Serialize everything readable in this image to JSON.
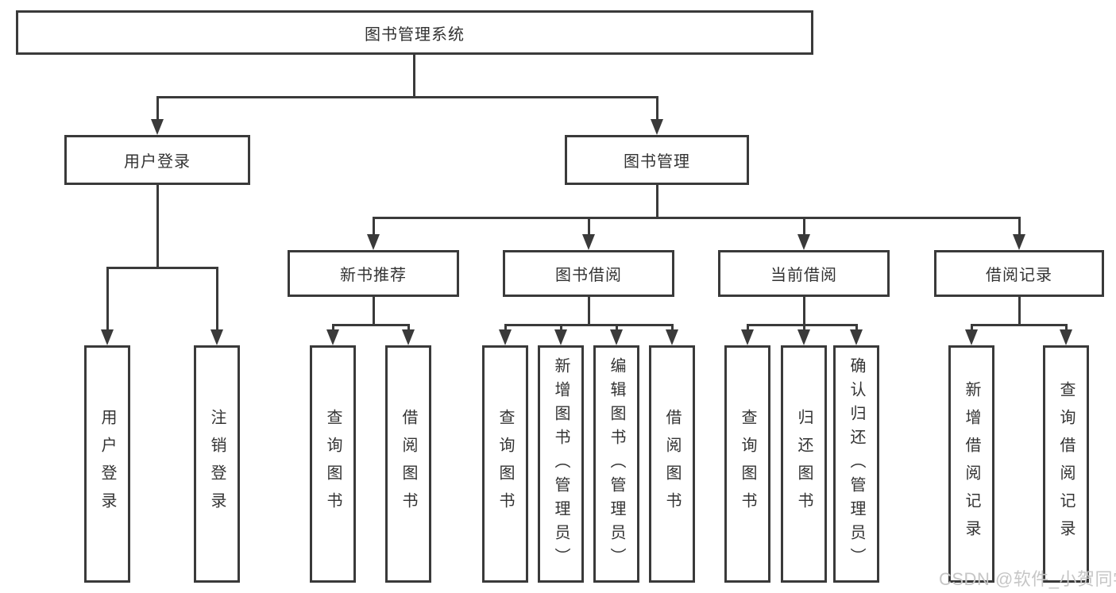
{
  "diagram": {
    "root": {
      "label": "图书管理系统"
    },
    "branches": [
      {
        "label": "用户登录",
        "children": [
          {
            "label": "用户登录"
          },
          {
            "label": "注销登录"
          }
        ]
      },
      {
        "label": "图书管理",
        "groups": [
          {
            "label": "新书推荐",
            "children": [
              {
                "label": "查询图书"
              },
              {
                "label": "借阅图书"
              }
            ]
          },
          {
            "label": "图书借阅",
            "children": [
              {
                "label": "查询图书"
              },
              {
                "label": "新增图书（管理员）"
              },
              {
                "label": "编辑图书（管理员）"
              },
              {
                "label": "借阅图书"
              }
            ]
          },
          {
            "label": "当前借阅",
            "children": [
              {
                "label": "查询图书"
              },
              {
                "label": "归还图书"
              },
              {
                "label": "确认归还（管理员）"
              }
            ]
          },
          {
            "label": "借阅记录",
            "children": [
              {
                "label": "新增借阅记录"
              },
              {
                "label": "查询借阅记录"
              }
            ]
          }
        ]
      }
    ],
    "watermark": "CSDN @软件_小贺同学"
  },
  "colors": {
    "line": "#3a3a3a",
    "text": "#333333",
    "watermark": "#c6c6c6",
    "background": "#ffffff"
  }
}
